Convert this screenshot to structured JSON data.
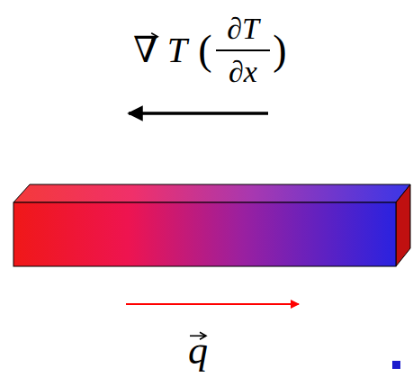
{
  "diagram": {
    "labels": [
      "∇ T",
      "(",
      "∂T",
      "∂x",
      ")",
      "q"
    ]
  }
}
